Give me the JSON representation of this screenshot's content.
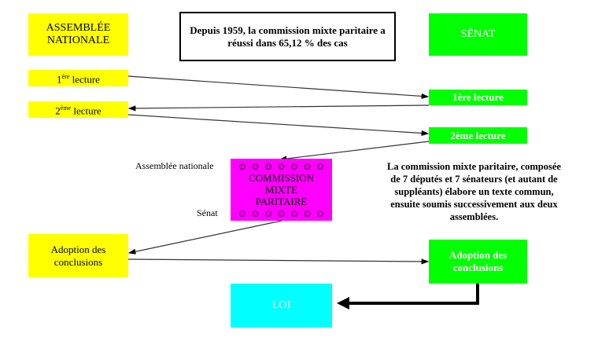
{
  "assemblee": {
    "title": "ASSEMBLÉE NATIONALE",
    "lecture1_num": "1",
    "lecture1_sup": "ère",
    "lecture1_text": " lecture",
    "lecture2_num": "2",
    "lecture2_sup": "ème",
    "lecture2_text": " lecture",
    "adoption": "Adoption des conclusions"
  },
  "header": "Depuis 1959, la commission mixte paritaire a réussi dans 65,12 % des cas",
  "senat": {
    "title": "SÉNAT",
    "lecture1": "1ère lecture",
    "lecture2": "2ème lecture",
    "adoption": "Adoption des conclusions"
  },
  "cmp": {
    "smileys_top": "☺ ☺ ☺ ☺ ☺ ☺ ☺",
    "title": "COMMISSION MIXTE PARITAIRE",
    "smileys_bottom": "☺ ☺ ☺ ☺ ☺ ☺ ☺",
    "label_an": "Assemblée nationale",
    "label_senat": "Sénat"
  },
  "description": "La commission mixte paritaire, composée de 7 députés et 7 sénateurs (et autant de suppléants) élabore un texte commun, ensuite soumis successivement aux deux assemblées.",
  "loi": "LOI"
}
